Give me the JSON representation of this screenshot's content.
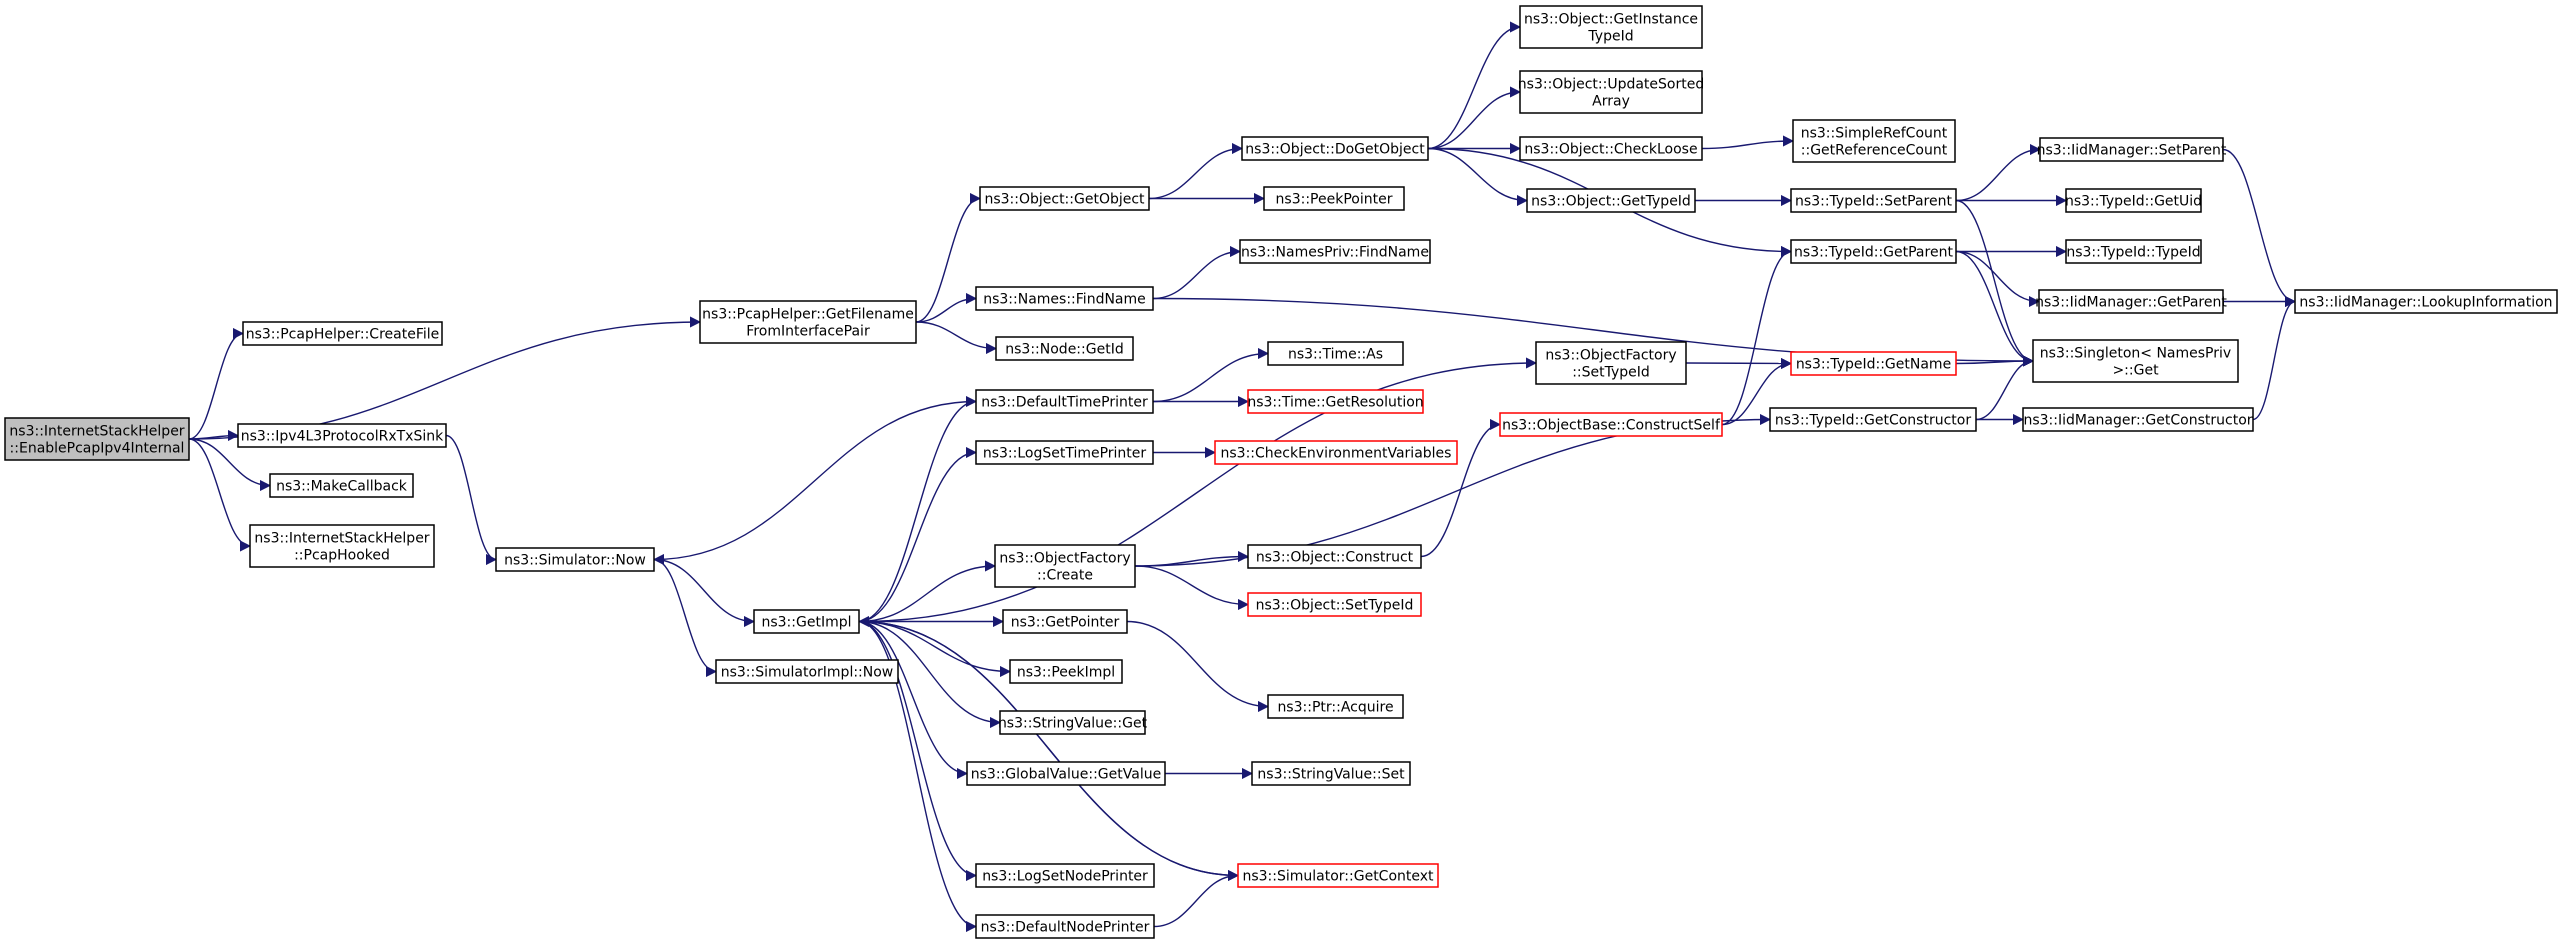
{
  "colors": {
    "edge": "#191970",
    "node_border": "#000000",
    "node_fill": "#ffffff",
    "root_fill": "#bfbfbf",
    "truncated_border": "#ff0000"
  },
  "nodes": [
    {
      "id": "root",
      "lines": [
        "ns3::InternetStackHelper",
        "::EnablePcapIpv4Internal"
      ],
      "root": true
    },
    {
      "id": "pcap_createfile",
      "lines": [
        "ns3::PcapHelper::CreateFile"
      ]
    },
    {
      "id": "ipv4l3",
      "lines": [
        "ns3::Ipv4L3ProtocolRxTxSink"
      ]
    },
    {
      "id": "makecallback",
      "lines": [
        "ns3::MakeCallback"
      ]
    },
    {
      "id": "pcaphooked",
      "lines": [
        "ns3::InternetStackHelper",
        "::PcapHooked"
      ]
    },
    {
      "id": "getfilename",
      "lines": [
        "ns3::PcapHelper::GetFilename",
        "FromInterfacePair"
      ]
    },
    {
      "id": "sim_now",
      "lines": [
        "ns3::Simulator::Now"
      ]
    },
    {
      "id": "getobject",
      "lines": [
        "ns3::Object::GetObject"
      ]
    },
    {
      "id": "findname",
      "lines": [
        "ns3::Names::FindName"
      ]
    },
    {
      "id": "node_getid",
      "lines": [
        "ns3::Node::GetId"
      ]
    },
    {
      "id": "defaulttimeprinter",
      "lines": [
        "ns3::DefaultTimePrinter"
      ]
    },
    {
      "id": "logsettimeprinter",
      "lines": [
        "ns3::LogSetTimePrinter"
      ]
    },
    {
      "id": "objfactory_create",
      "lines": [
        "ns3::ObjectFactory",
        "::Create"
      ]
    },
    {
      "id": "getimpl",
      "lines": [
        "ns3::GetImpl"
      ]
    },
    {
      "id": "simimpl_now",
      "lines": [
        "ns3::SimulatorImpl::Now"
      ]
    },
    {
      "id": "getpointer",
      "lines": [
        "ns3::GetPointer"
      ]
    },
    {
      "id": "peekimpl",
      "lines": [
        "ns3::PeekImpl"
      ]
    },
    {
      "id": "stringvalue_get",
      "lines": [
        "ns3::StringValue::Get"
      ]
    },
    {
      "id": "globalvalue_getvalue",
      "lines": [
        "ns3::GlobalValue::GetValue"
      ]
    },
    {
      "id": "logsetnodeprinter",
      "lines": [
        "ns3::LogSetNodePrinter"
      ]
    },
    {
      "id": "defaultnodeprinter",
      "lines": [
        "ns3::DefaultNodePrinter"
      ]
    },
    {
      "id": "dogetobject",
      "lines": [
        "ns3::Object::DoGetObject"
      ]
    },
    {
      "id": "peekpointer",
      "lines": [
        "ns3::PeekPointer"
      ]
    },
    {
      "id": "namespriv_findname",
      "lines": [
        "ns3::NamesPriv::FindName"
      ]
    },
    {
      "id": "time_as",
      "lines": [
        "ns3::Time::As"
      ]
    },
    {
      "id": "time_getresolution",
      "lines": [
        "ns3::Time::GetResolution"
      ],
      "truncated": true
    },
    {
      "id": "checkenvvars",
      "lines": [
        "ns3::CheckEnvironmentVariables"
      ],
      "truncated": true
    },
    {
      "id": "object_construct",
      "lines": [
        "ns3::Object::Construct"
      ]
    },
    {
      "id": "object_settypeid",
      "lines": [
        "ns3::Object::SetTypeId"
      ],
      "truncated": true
    },
    {
      "id": "ptr_acquire",
      "lines": [
        "ns3::Ptr::Acquire"
      ]
    },
    {
      "id": "stringvalue_set",
      "lines": [
        "ns3::StringValue::Set"
      ]
    },
    {
      "id": "sim_getcontext",
      "lines": [
        "ns3::Simulator::GetContext"
      ],
      "truncated": true
    },
    {
      "id": "getinstancetypeid",
      "lines": [
        "ns3::Object::GetInstance",
        "TypeId"
      ]
    },
    {
      "id": "updatesortedarray",
      "lines": [
        "ns3::Object::UpdateSorted",
        "Array"
      ]
    },
    {
      "id": "checkloose",
      "lines": [
        "ns3::Object::CheckLoose"
      ]
    },
    {
      "id": "object_gettypeid",
      "lines": [
        "ns3::Object::GetTypeId"
      ]
    },
    {
      "id": "objfactory_settypeid",
      "lines": [
        "ns3::ObjectFactory",
        "::SetTypeId"
      ]
    },
    {
      "id": "objectbase_constructself",
      "lines": [
        "ns3::ObjectBase::ConstructSelf"
      ],
      "truncated": true
    },
    {
      "id": "simplerefcount",
      "lines": [
        "ns3::SimpleRefCount",
        "::GetReferenceCount"
      ]
    },
    {
      "id": "typeid_setparent",
      "lines": [
        "ns3::TypeId::SetParent"
      ]
    },
    {
      "id": "typeid_getparent",
      "lines": [
        "ns3::TypeId::GetParent"
      ]
    },
    {
      "id": "typeid_getname",
      "lines": [
        "ns3::TypeId::GetName"
      ],
      "truncated": true
    },
    {
      "id": "typeid_getconstructor",
      "lines": [
        "ns3::TypeId::GetConstructor"
      ]
    },
    {
      "id": "iid_setparent",
      "lines": [
        "ns3::IidManager::SetParent"
      ]
    },
    {
      "id": "typeid_getuid",
      "lines": [
        "ns3::TypeId::GetUid"
      ]
    },
    {
      "id": "typeid_typeid",
      "lines": [
        "ns3::TypeId::TypeId"
      ]
    },
    {
      "id": "iid_getparent",
      "lines": [
        "ns3::IidManager::GetParent"
      ]
    },
    {
      "id": "singleton_get",
      "lines": [
        "ns3::Singleton< NamesPriv",
        " >::Get"
      ]
    },
    {
      "id": "iid_getconstructor",
      "lines": [
        "ns3::IidManager::GetConstructor"
      ]
    },
    {
      "id": "iid_lookupinformation",
      "lines": [
        "ns3::IidManager::LookupInformation"
      ]
    }
  ],
  "edges": [
    [
      "root",
      "pcap_createfile"
    ],
    [
      "root",
      "getfilename"
    ],
    [
      "root",
      "ipv4l3"
    ],
    [
      "root",
      "makecallback"
    ],
    [
      "root",
      "pcaphooked"
    ],
    [
      "ipv4l3",
      "sim_now"
    ],
    [
      "getfilename",
      "getobject"
    ],
    [
      "getfilename",
      "findname"
    ],
    [
      "getfilename",
      "node_getid"
    ],
    [
      "sim_now",
      "getimpl"
    ],
    [
      "sim_now",
      "simimpl_now"
    ],
    [
      "getobject",
      "dogetobject"
    ],
    [
      "getobject",
      "peekpointer"
    ],
    [
      "findname",
      "namespriv_findname"
    ],
    [
      "findname",
      "singleton_get"
    ],
    [
      "defaulttimeprinter",
      "time_as"
    ],
    [
      "defaulttimeprinter",
      "time_getresolution"
    ],
    [
      "defaulttimeprinter",
      "sim_now"
    ],
    [
      "logsettimeprinter",
      "checkenvvars"
    ],
    [
      "objfactory_create",
      "object_construct"
    ],
    [
      "objfactory_create",
      "object_settypeid"
    ],
    [
      "objfactory_create",
      "typeid_getconstructor"
    ],
    [
      "getimpl",
      "defaulttimeprinter"
    ],
    [
      "getimpl",
      "logsettimeprinter"
    ],
    [
      "getimpl",
      "objfactory_create"
    ],
    [
      "getimpl",
      "objfactory_settypeid"
    ],
    [
      "getimpl",
      "getpointer"
    ],
    [
      "getimpl",
      "peekimpl"
    ],
    [
      "getimpl",
      "stringvalue_get"
    ],
    [
      "getimpl",
      "globalvalue_getvalue"
    ],
    [
      "getimpl",
      "logsetnodeprinter"
    ],
    [
      "getimpl",
      "defaultnodeprinter"
    ],
    [
      "getimpl",
      "sim_getcontext"
    ],
    [
      "getpointer",
      "ptr_acquire"
    ],
    [
      "globalvalue_getvalue",
      "stringvalue_set"
    ],
    [
      "sim_getcontext",
      "getimpl"
    ],
    [
      "defaultnodeprinter",
      "sim_getcontext"
    ],
    [
      "object_construct",
      "objectbase_constructself"
    ],
    [
      "dogetobject",
      "getinstancetypeid"
    ],
    [
      "dogetobject",
      "updatesortedarray"
    ],
    [
      "dogetobject",
      "checkloose"
    ],
    [
      "dogetobject",
      "object_gettypeid"
    ],
    [
      "dogetobject",
      "typeid_getparent"
    ],
    [
      "checkloose",
      "simplerefcount"
    ],
    [
      "object_gettypeid",
      "typeid_setparent"
    ],
    [
      "objfactory_settypeid",
      "typeid_getname"
    ],
    [
      "objectbase_constructself",
      "typeid_getparent"
    ],
    [
      "objectbase_constructself",
      "typeid_getname"
    ],
    [
      "typeid_setparent",
      "iid_setparent"
    ],
    [
      "typeid_setparent",
      "typeid_getuid"
    ],
    [
      "typeid_setparent",
      "singleton_get"
    ],
    [
      "typeid_getparent",
      "typeid_typeid"
    ],
    [
      "typeid_getparent",
      "iid_getparent"
    ],
    [
      "typeid_getparent",
      "singleton_get"
    ],
    [
      "typeid_getname",
      "singleton_get"
    ],
    [
      "typeid_getconstructor",
      "iid_getconstructor"
    ],
    [
      "typeid_getconstructor",
      "singleton_get"
    ],
    [
      "iid_setparent",
      "iid_lookupinformation"
    ],
    [
      "iid_getparent",
      "iid_lookupinformation"
    ],
    [
      "iid_getconstructor",
      "iid_lookupinformation"
    ]
  ]
}
